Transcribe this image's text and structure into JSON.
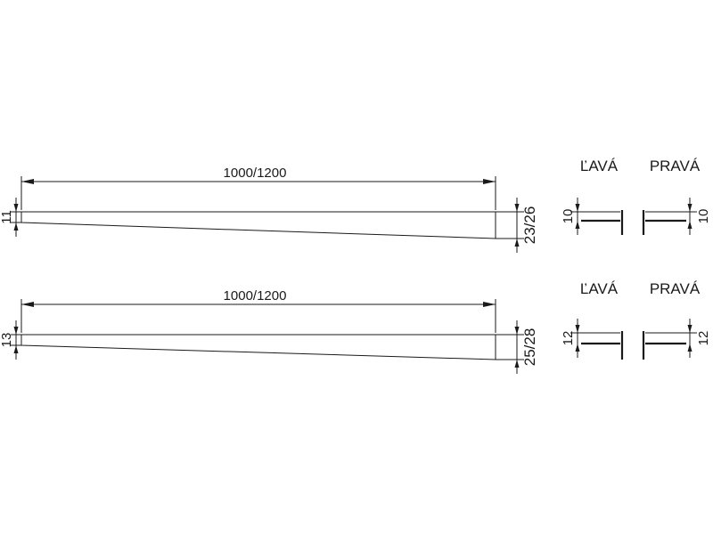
{
  "profiles": [
    {
      "length_label": "1000/1200",
      "start_height_label": "11",
      "end_height_label": "23/26"
    },
    {
      "length_label": "1000/1200",
      "start_height_label": "13",
      "end_height_label": "25/28"
    }
  ],
  "sections": [
    {
      "left_label": "ĽAVÁ",
      "right_label": "PRAVÁ",
      "height_label": "10"
    },
    {
      "left_label": "ĽAVÁ",
      "right_label": "PRAVÁ",
      "height_label": "12"
    }
  ],
  "colors": {
    "line": "#1a1a1a",
    "background": "#ffffff"
  }
}
